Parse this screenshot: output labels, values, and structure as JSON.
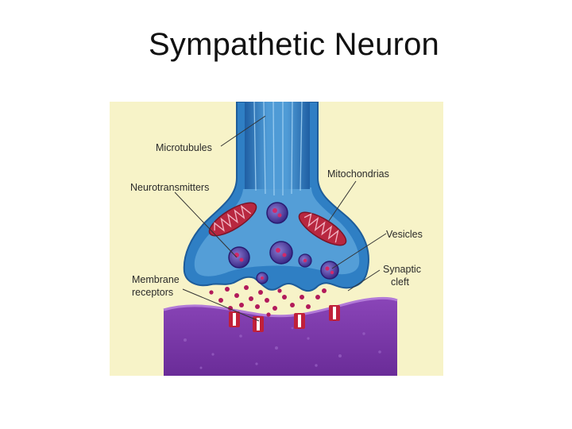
{
  "slide": {
    "title": "Sympathetic Neuron"
  },
  "diagram": {
    "labels": {
      "microtubules": "Microtubules",
      "mitochondrias": "Mitochondrias",
      "neurotransmitters": "Neurotransmitters",
      "vesicles": "Vesicles",
      "synaptic_line1": "Synaptic",
      "synaptic_line2": "cleft",
      "membrane_line1": "Membrane",
      "membrane_line2": "receptors"
    }
  },
  "colors": {
    "background": "#f7f3c8",
    "neuron_blue": "#2f7fc4",
    "neuron_light": "#62a9dd",
    "postsynaptic_purple": "#7b3aa6",
    "mitochondria_red": "#b8273f",
    "neurotransmitter_dots": "#b21a5a",
    "receptor": "#c0203a"
  }
}
